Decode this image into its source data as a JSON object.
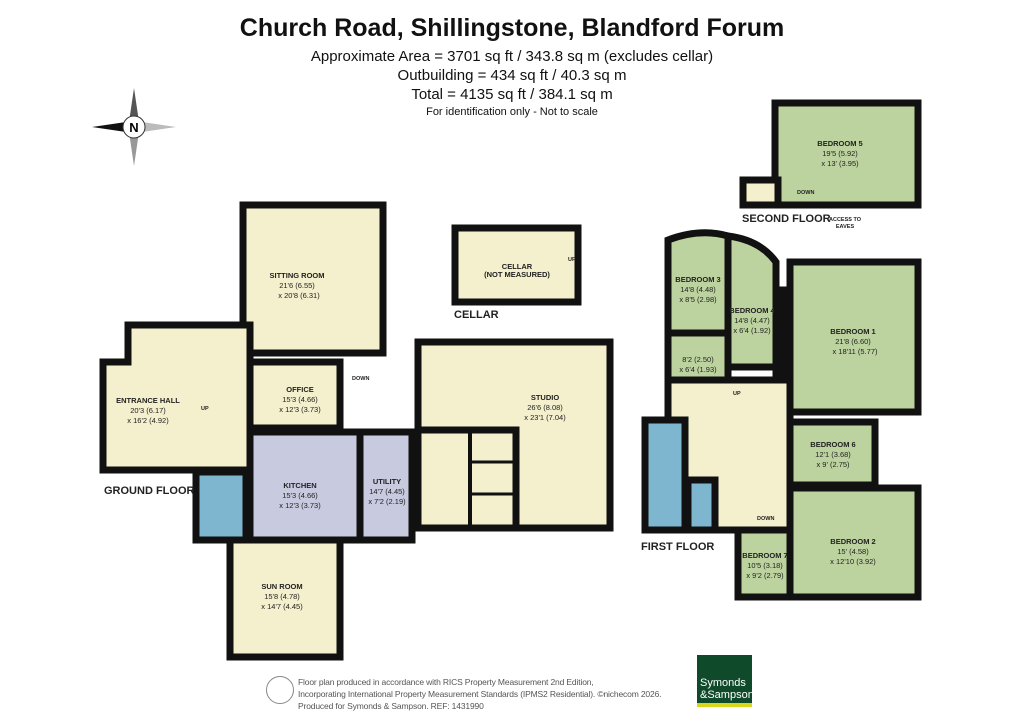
{
  "header": {
    "title": "Church Road, Shillingstone, Blandford Forum",
    "approx_area": "Approximate Area = 3701 sq ft / 343.8 sq m (excludes cellar)",
    "outbuilding": "Outbuilding = 434 sq ft / 40.3 sq m",
    "total": "Total = 4135 sq ft / 384.1 sq m",
    "note": "For identification only - Not to scale"
  },
  "compass": {
    "label": "N",
    "icon": "compass-rose-icon"
  },
  "floors": {
    "ground": "GROUND FLOOR",
    "cellar": "CELLAR",
    "first": "FIRST FLOOR",
    "second": "SECOND FLOOR"
  },
  "rooms": {
    "sitting": {
      "name": "SITTING ROOM",
      "dim1": "21'6 (6.55)",
      "dim2": "x 20'8 (6.31)"
    },
    "entrance": {
      "name": "ENTRANCE HALL",
      "dim1": "20'3 (6.17)",
      "dim2": "x 16'2 (4.92)"
    },
    "office": {
      "name": "OFFICE",
      "dim1": "15'3 (4.66)",
      "dim2": "x 12'3 (3.73)"
    },
    "kitchen": {
      "name": "KITCHEN",
      "dim1": "15'3 (4.66)",
      "dim2": "x 12'3 (3.73)"
    },
    "utility": {
      "name": "UTILITY",
      "dim1": "14'7 (4.45)",
      "dim2": "x 7'2 (2.19)"
    },
    "sun": {
      "name": "SUN ROOM",
      "dim1": "15'8 (4.78)",
      "dim2": "x 14'7 (4.45)"
    },
    "studio": {
      "name": "STUDIO",
      "dim1": "26'6 (8.08)",
      "dim2": "x 23'1 (7.04)"
    },
    "cellar": {
      "name": "CELLAR",
      "dim1": "(NOT MEASURED)"
    },
    "bed1": {
      "name": "BEDROOM 1",
      "dim1": "21'8 (6.60)",
      "dim2": "x 18'11 (5.77)"
    },
    "bed2": {
      "name": "BEDROOM 2",
      "dim1": "15' (4.58)",
      "dim2": "x 12'10 (3.92)"
    },
    "bed3": {
      "name": "BEDROOM 3",
      "dim1": "14'8 (4.48)",
      "dim2": "x 8'5 (2.98)"
    },
    "bed4": {
      "name": "BEDROOM 4",
      "dim1": "14'8 (4.47)",
      "dim2": "x 6'4 (1.92)"
    },
    "bed5": {
      "name": "BEDROOM 5",
      "dim1": "19'5 (5.92)",
      "dim2": "x 13' (3.95)"
    },
    "bed6": {
      "name": "BEDROOM 6",
      "dim1": "12'1 (3.68)",
      "dim2": "x 9' (2.75)"
    },
    "bed7": {
      "name": "BEDROOM 7",
      "dim1": "10'5 (3.18)",
      "dim2": "x 9'2 (2.79)"
    },
    "small": {
      "dim1": "8'2 (2.50)",
      "dim2": "x 6'4 (1.93)"
    }
  },
  "labels": {
    "up": "UP",
    "down": "DOWN",
    "eaves1": "ACCESS TO",
    "eaves2": "EAVES"
  },
  "colors": {
    "reception": "#f4efcc",
    "bedroom": "#bdd39f",
    "bathroom": "#7fb6cf",
    "kitchen": "#c8cadf",
    "walls": "#111111",
    "brand": "#0f4a2a"
  },
  "footer": {
    "line1": "Floor plan produced in accordance with RICS Property Measurement 2nd Edition,",
    "line2": "Incorporating International Property Measurement Standards (IPMS2 Residential).   ©nichecom 2026.",
    "line3": "Produced for Symonds & Sampson.   REF:  1431990",
    "logo1": "Symonds",
    "logo2": "&Sampson"
  }
}
